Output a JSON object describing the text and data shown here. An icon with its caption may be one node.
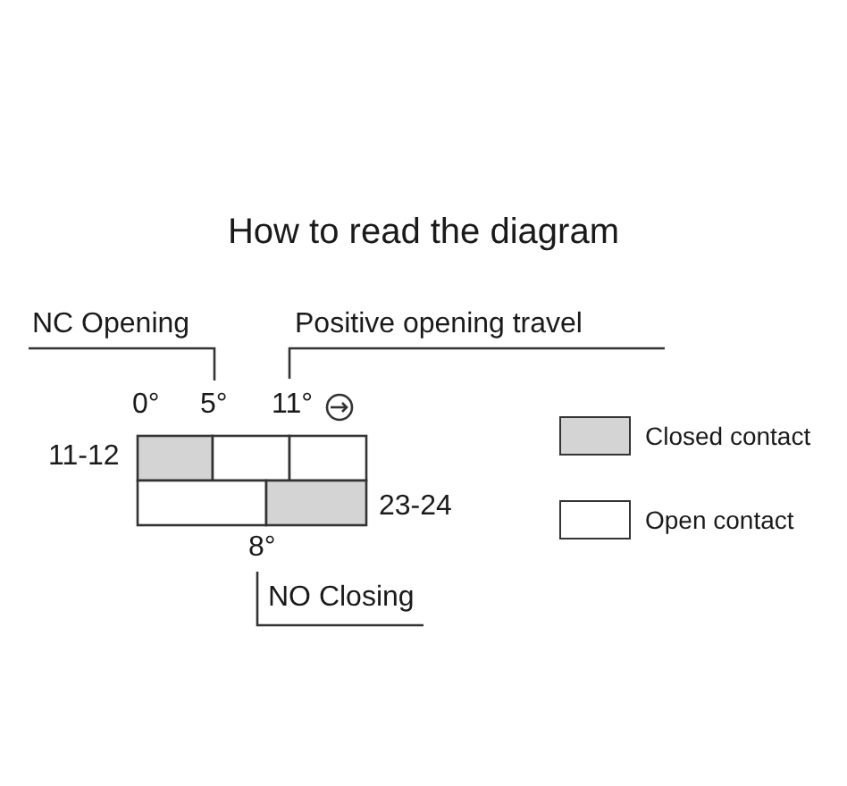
{
  "diagram": {
    "title": "How to read the diagram",
    "labels": [
      "NC Opening",
      "Positive opening travel",
      "0°",
      "5°",
      "11°",
      "11-12",
      "23-24",
      "8°",
      "NO Closing"
    ],
    "legend": [
      {
        "text": "Closed contact",
        "color": "#d4d4d4"
      },
      {
        "text": "Open contact",
        "color": "#ffffff"
      }
    ]
  }
}
